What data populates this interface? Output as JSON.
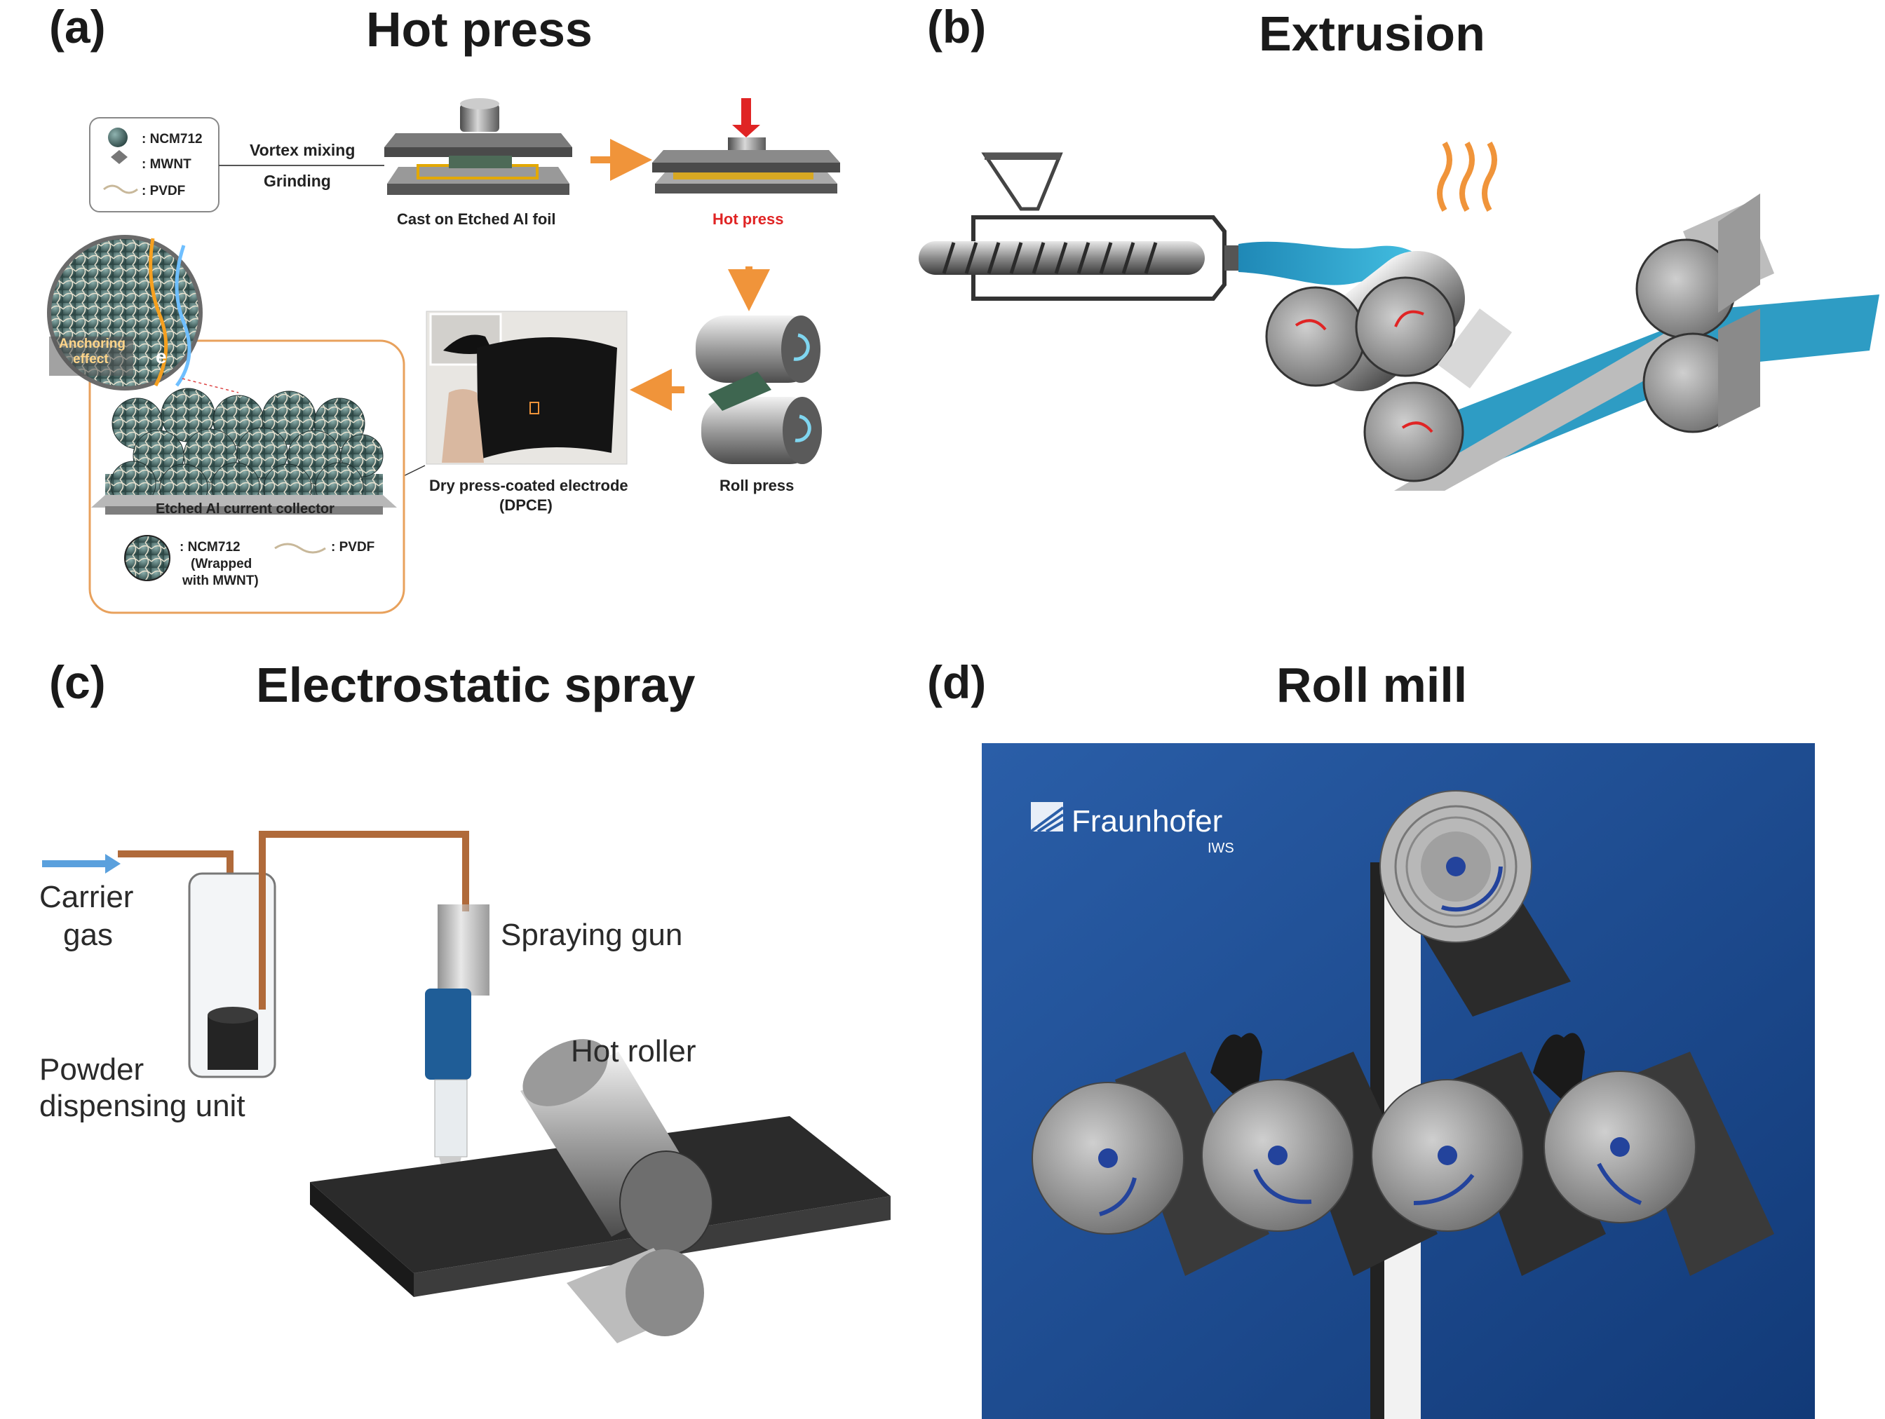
{
  "panels": {
    "a": {
      "letter": "(a)",
      "title": "Hot press",
      "legend": {
        "ncm": ": NCM712",
        "mwnt": ": MWNT",
        "pvdf": ": PVDF"
      },
      "mixing": "Vortex mixing",
      "grinding": "Grinding",
      "cast": "Cast on Etched Al foil",
      "hotpress": "Hot press",
      "anchoring1": "Anchoring",
      "anchoring2": "effect",
      "electron": "e",
      "collector": "Etched Al current collector",
      "electrode1": "Dry press-coated electrode",
      "electrode2": "(DPCE)",
      "rollpress": "Roll press",
      "key_ncm1": ":  NCM712",
      "key_ncm2": "(Wrapped",
      "key_ncm3": "with MWNT)",
      "key_pvdf": ":  PVDF"
    },
    "b": {
      "letter": "(b)",
      "title": "Extrusion"
    },
    "c": {
      "letter": "(c)",
      "title": "Electrostatic spray",
      "carrier1": "Carrier",
      "carrier2": "gas",
      "powder1": "Powder",
      "powder2": "dispensing unit",
      "gun": "Spraying gun",
      "roller": "Hot roller"
    },
    "d": {
      "letter": "(d)",
      "title": "Roll mill",
      "brand": "Fraunhofer",
      "brand_sub": "IWS"
    }
  },
  "colors": {
    "extrusion_blue": "#2e9cc4",
    "mill_bg": "#1e4f96",
    "accent_orange": "#f0943a",
    "hot_red": "#e02424"
  }
}
